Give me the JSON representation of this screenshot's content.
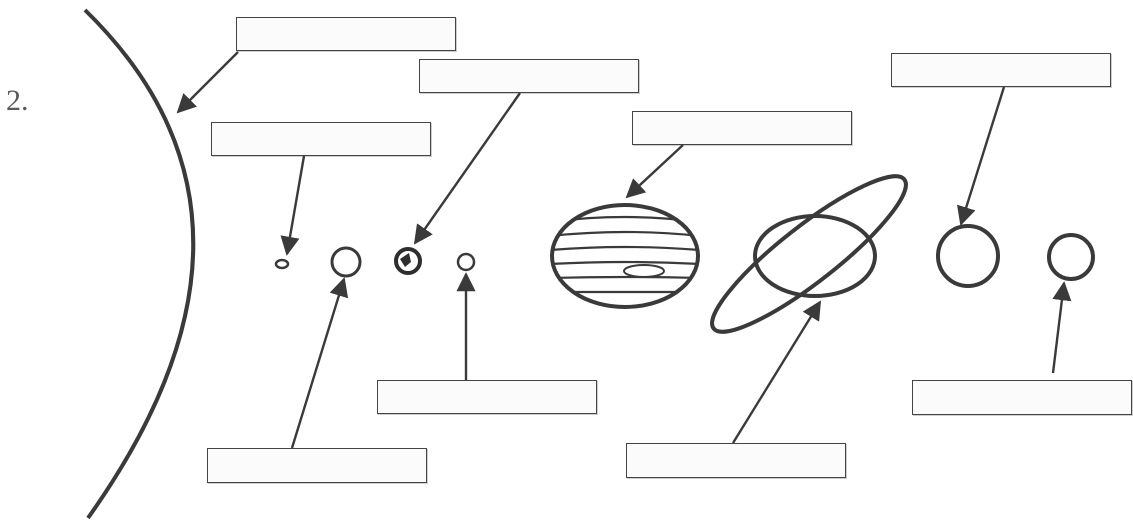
{
  "question_number": "2.",
  "colors": {
    "ink": "#3a3a3a",
    "box_border": "#444444"
  },
  "bodies": [
    {
      "id": "sun",
      "icon": "sun-arc-icon"
    },
    {
      "id": "planet-1",
      "icon": "small-planet-icon"
    },
    {
      "id": "planet-2",
      "icon": "planet-icon"
    },
    {
      "id": "planet-3",
      "icon": "earth-like-planet-icon"
    },
    {
      "id": "planet-4",
      "icon": "small-planet-icon"
    },
    {
      "id": "planet-5",
      "icon": "banded-giant-planet-icon"
    },
    {
      "id": "planet-6",
      "icon": "ringed-planet-icon"
    },
    {
      "id": "planet-7",
      "icon": "planet-icon"
    },
    {
      "id": "planet-8",
      "icon": "planet-icon"
    }
  ],
  "label_boxes": [
    {
      "target": "sun",
      "value": ""
    },
    {
      "target": "planet-1",
      "value": ""
    },
    {
      "target": "planet-2",
      "value": ""
    },
    {
      "target": "planet-3",
      "value": ""
    },
    {
      "target": "planet-4",
      "value": ""
    },
    {
      "target": "planet-5",
      "value": ""
    },
    {
      "target": "planet-6",
      "value": ""
    },
    {
      "target": "planet-7",
      "value": ""
    },
    {
      "target": "planet-8",
      "value": ""
    }
  ]
}
